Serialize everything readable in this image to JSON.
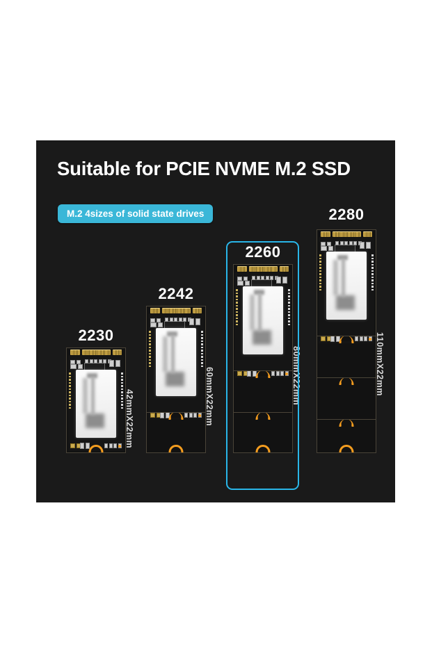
{
  "page": {
    "background_color": "#ffffff",
    "panel_color": "#1a1a1a",
    "accent_color": "#3ab7d8",
    "highlight_color": "#29b6e8",
    "notch_color": "#f59d1f"
  },
  "header": {
    "title": "Suitable for PCIE NVME M.2 SSD",
    "badge_text": "M.2  4sizes of solid state drives"
  },
  "drives": [
    {
      "label": "2230",
      "dimension": "42mmX22mm",
      "highlighted": false
    },
    {
      "label": "2242",
      "dimension": "60mmX22mm",
      "highlighted": false
    },
    {
      "label": "2260",
      "dimension": "80mmX22mm",
      "highlighted": true
    },
    {
      "label": "2280",
      "dimension": "110mmX22mm",
      "highlighted": true
    }
  ]
}
